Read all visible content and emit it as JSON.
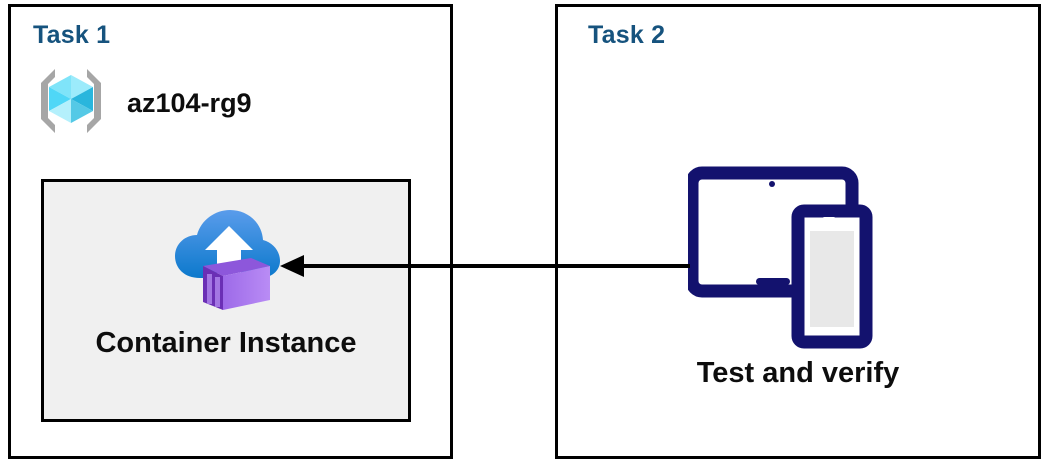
{
  "diagram": {
    "title": "Azure Container Instance task diagram",
    "background": "#ffffff",
    "border_color": "#000000",
    "label_color": "#16537e",
    "text_color": "#0d0d0d"
  },
  "panels": {
    "task1": {
      "label": "Task 1",
      "resource_group": {
        "name": "az104-rg9",
        "icon": "resource-group-icon"
      },
      "resource_box": {
        "caption": "Container Instance",
        "icon": "container-instance-icon",
        "fill": "#f0f0f0",
        "border": "#000000"
      }
    },
    "task2": {
      "label": "Task 2",
      "device": {
        "caption": "Test and verify",
        "icon": "tablet-and-phone-icon",
        "color": "#13126e",
        "screen_fill": "#e8e8e8"
      }
    }
  },
  "connector": {
    "name": "flow-arrow",
    "direction": "right-to-left",
    "from": "Test and verify",
    "to": "Container Instance",
    "color": "#000000"
  },
  "colors": {
    "task_label": "#16537e",
    "cube_light": "#9cebfb",
    "cube_mid": "#4fd7f7",
    "cube_dark": "#29b6dd",
    "bracket_gray": "#a6a6a6",
    "cloud_top": "#5197e8",
    "cloud_bottom": "#0f7dce",
    "container_light": "#ab7ef0",
    "container_dark": "#6b2fb5",
    "device_navy": "#13126e"
  }
}
